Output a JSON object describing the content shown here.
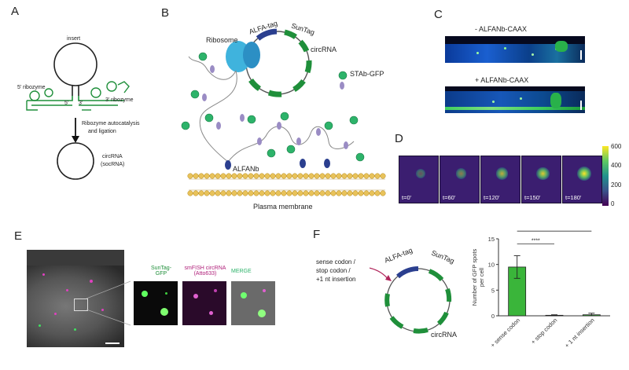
{
  "panels": {
    "A": {
      "letter": "A",
      "insert": "insert",
      "ribozyme5": "5' ribozyme",
      "ribozyme3": "3' ribozyme",
      "end5": "5'",
      "end3": "3'",
      "arrow_label_line1": "Ribozyme autocatalysis",
      "arrow_label_line2": "and ligation",
      "product_line1": "circRNA",
      "product_line2": "(socRNA)"
    },
    "B": {
      "letter": "B",
      "ribosome": "Ribosome",
      "alfa_tag": "ALFA-tag",
      "suntag": "SunTag",
      "circrna": "circRNA",
      "stab_gfp": "STAb-GFP",
      "alfanb": "ALFANb",
      "membrane": "Plasma membrane"
    },
    "C": {
      "letter": "C",
      "minus": "- ALFANb-CAAX",
      "plus": "+ ALFANb-CAAX"
    },
    "D": {
      "letter": "D",
      "frames": [
        "t=0'",
        "t=60'",
        "t=120'",
        "t=150'",
        "t=180'"
      ],
      "colorbar_ticks": [
        "600",
        "400",
        "200",
        "0"
      ]
    },
    "E": {
      "letter": "E",
      "suntag_line1": "SunTag-",
      "suntag_line2": "GFP",
      "smfish_line1": "smFISH circRNA",
      "smfish_line2": "(Atto633)",
      "merge": "MERGE"
    },
    "F": {
      "letter": "F",
      "mut_line1": "sense codon /",
      "mut_line2": "stop codon /",
      "mut_line3": "+1 nt insertion",
      "alfa_tag": "ALFA-tag",
      "suntag": "SunTag",
      "circrna": "circRNA"
    }
  },
  "colors": {
    "green": "#1f8f3a",
    "blue": "#2b3f8f",
    "ribosome": "#3fb3dd",
    "membrane_head": "#e8c25a",
    "gfp": "#2db36a",
    "arrow_red": "#b0245a",
    "purple_accent": "#b0207a"
  },
  "chart_data": {
    "type": "bar",
    "ylabel": "Number of GFP spots per cell",
    "categories": [
      "+ sense codon",
      "+ stop codon",
      "+ 1 nt insertion"
    ],
    "values": [
      9.5,
      0.1,
      0.2
    ],
    "errors": [
      2.2,
      0.1,
      0.3
    ],
    "ylim": [
      0,
      15
    ],
    "yticks": [
      "0",
      "5",
      "10",
      "15"
    ],
    "significance": [
      "****",
      "****"
    ],
    "bar_color": "#3ab53a"
  }
}
